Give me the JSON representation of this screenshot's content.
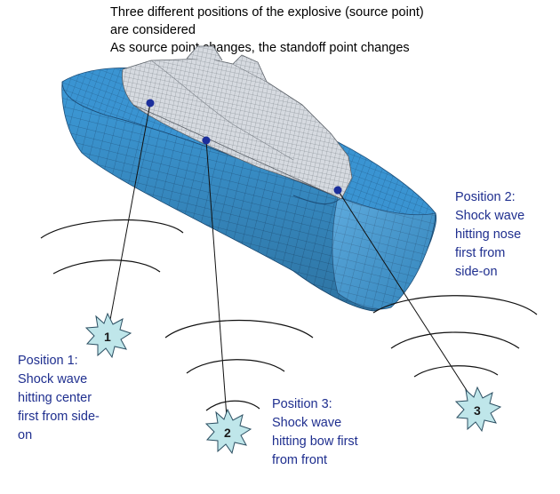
{
  "header": {
    "lines": [
      "Three different positions of the explosive (source point)",
      "are considered",
      "As source point changes, the standoff point changes"
    ]
  },
  "positions": [
    {
      "number": "1",
      "lines": [
        "Position 1:",
        "Shock wave",
        "hitting center",
        "first from side-",
        "on"
      ]
    },
    {
      "number": "2",
      "lines": [
        "Position 2:",
        "Shock wave",
        "hitting nose",
        "first from",
        "side-on"
      ]
    },
    {
      "number": "3",
      "lines": [
        "Position 3:",
        "Shock wave",
        "hitting bow first",
        "from front"
      ]
    }
  ],
  "colors": {
    "hull": "#3d9ad8",
    "hull_dark": "#2a78b8",
    "superstructure": "#d4d8de",
    "mesh_line": "#1d4f7a",
    "marker": "#1c2f9c",
    "burst_fill": "#bfe6ea",
    "text_blue": "#1f2f8f"
  }
}
